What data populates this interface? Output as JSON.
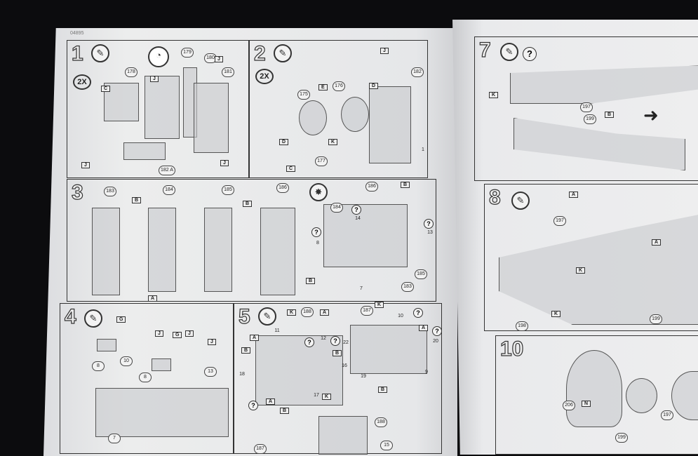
{
  "document": {
    "code": "04895"
  },
  "steps": [
    {
      "number": "1",
      "multiplier": "2X",
      "parts": [
        "178",
        "179",
        "180",
        "181",
        "182 A"
      ],
      "flags": [
        "C",
        "J",
        "J",
        "J",
        "J"
      ]
    },
    {
      "number": "2",
      "multiplier": "2X",
      "parts": [
        "175",
        "176",
        "177",
        "182",
        "1"
      ],
      "flags": [
        "J",
        "E",
        "D",
        "D",
        "C",
        "K"
      ]
    },
    {
      "number": "3",
      "parts": [
        "183",
        "184",
        "185",
        "186",
        "186",
        "184",
        "14",
        "8",
        "7",
        "13",
        "185",
        "183"
      ],
      "flags": [
        "B",
        "B",
        "A",
        "B",
        "B"
      ],
      "questions": [
        "?",
        "?",
        "?"
      ]
    },
    {
      "number": "4",
      "parts": [
        "8",
        "10",
        "8",
        "13",
        "7"
      ],
      "flags": [
        "G",
        "J",
        "G",
        "J",
        "J"
      ]
    },
    {
      "number": "5",
      "parts": [
        "188",
        "187",
        "11",
        "12",
        "22",
        "10",
        "16",
        "18",
        "17",
        "19",
        "9",
        "20",
        "15",
        "188",
        "187"
      ],
      "flags": [
        "K",
        "A",
        "K",
        "A",
        "B",
        "B",
        "A",
        "B",
        "K",
        "A",
        "B"
      ],
      "questions": [
        "?",
        "?",
        "?",
        "?",
        "?"
      ]
    },
    {
      "number": "7",
      "parts": [
        "197",
        "199"
      ],
      "flags": [
        "K",
        "B"
      ],
      "questions": [
        "?"
      ]
    },
    {
      "number": "8",
      "parts": [
        "197",
        "198",
        "199"
      ],
      "flags": [
        "A",
        "A",
        "K",
        "K"
      ]
    },
    {
      "number": "10",
      "parts": [
        "206",
        "199",
        "197"
      ],
      "flags": [
        "N"
      ]
    }
  ],
  "icons": {
    "glue": "glue-tube-icon",
    "clock": "clock-wait-icon",
    "paint": "paint-icon"
  }
}
